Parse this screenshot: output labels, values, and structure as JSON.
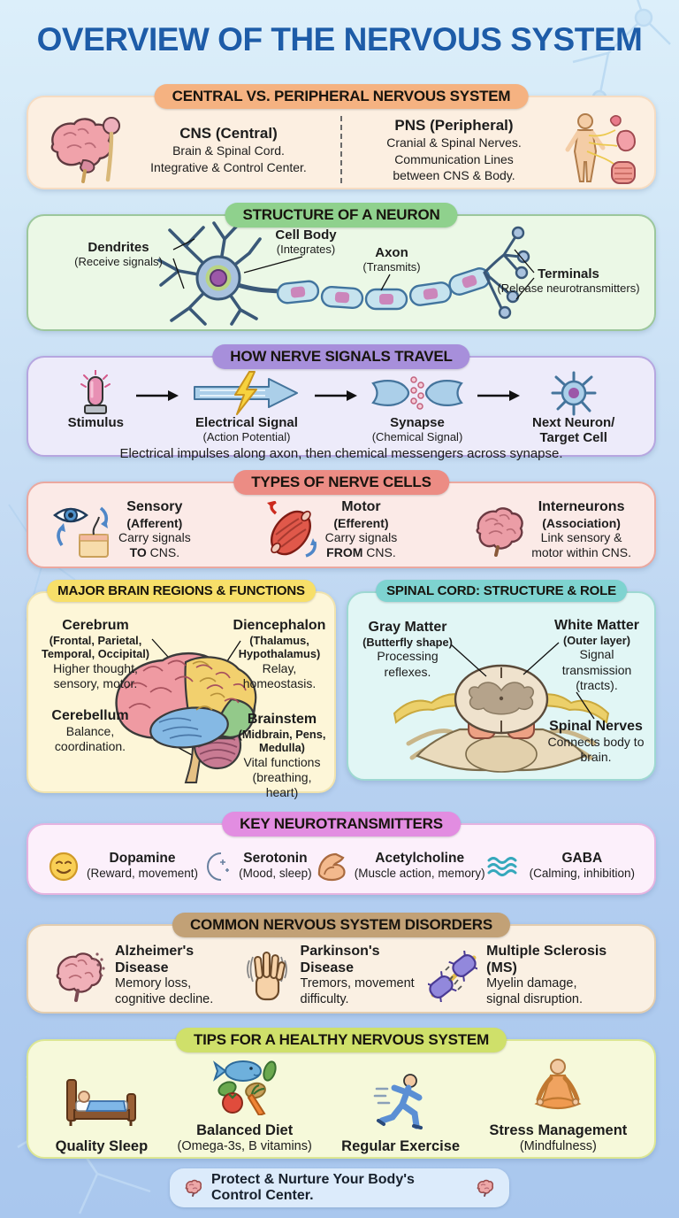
{
  "title": "OVERVIEW OF THE NERVOUS SYSTEM",
  "colors": {
    "title_text": "#1d5ca8",
    "background_top": "#dceffa",
    "background_bottom": "#a9c7ee",
    "cns_pns_pill": "#f5b281",
    "cns_pns_panel": "#fcefe1",
    "neuron_pill": "#8fd18d",
    "neuron_panel": "#ebf8e6",
    "signals_pill": "#a78fdb",
    "signals_panel": "#edebfa",
    "nerve_cells_pill": "#ec8c84",
    "nerve_cells_panel": "#fbeae7",
    "brain_pill": "#f7df69",
    "brain_panel": "#fdf6d8",
    "spinal_pill": "#7ed3d0",
    "spinal_panel": "#e1f6f5",
    "neurotransmitters_pill": "#e28de1",
    "neurotransmitters_panel": "#fcf0fb",
    "disorders_pill": "#c2a176",
    "disorders_panel": "#faf0e3",
    "tips_pill": "#cfe06a",
    "tips_panel": "#f6f9da",
    "footer_pill": "#dcebfb"
  },
  "cns_pns": {
    "title": "CENTRAL VS. PERIPHERAL NERVOUS SYSTEM",
    "cns": {
      "heading": "CNS (Central)",
      "line1": "Brain & Spinal Cord.",
      "line2": "Integrative & Control Center.",
      "icon": "brain-spinal-cord-icon"
    },
    "pns": {
      "heading": "PNS (Peripheral)",
      "line1": "Cranial & Spinal Nerves.",
      "line2": "Communication Lines",
      "line3": "between CNS & Body.",
      "icon": "body-nerves-icon"
    }
  },
  "neuron": {
    "title": "STRUCTURE OF A NEURON",
    "dendrites": {
      "name": "Dendrites",
      "desc": "(Receive signals)"
    },
    "cell_body": {
      "name": "Cell Body",
      "desc": "(Integrates)"
    },
    "axon": {
      "name": "Axon",
      "desc": "(Transmits)"
    },
    "terminals": {
      "name": "Terminals",
      "desc": "(Release neurotransmitters)"
    }
  },
  "signals": {
    "title": "HOW NERVE SIGNALS TRAVEL",
    "step1": {
      "name": "Stimulus",
      "icon": "stimulus-icon"
    },
    "step2": {
      "name": "Electrical Signal",
      "desc": "(Action Potential)",
      "icon": "electrical-signal-icon"
    },
    "step3": {
      "name": "Synapse",
      "desc": "(Chemical Signal)",
      "icon": "synapse-icon"
    },
    "step4": {
      "name_line1": "Next Neuron/",
      "name_line2": "Target Cell",
      "icon": "next-neuron-icon"
    },
    "caption": "Electrical impulses along axon, then chemical messengers across synapse."
  },
  "nerve_cells": {
    "title": "TYPES OF NERVE CELLS",
    "sensory": {
      "name": "Sensory",
      "type": "(Afferent)",
      "line1": "Carry signals",
      "bold": "TO",
      "line2": "CNS.",
      "icon": "eye-skin-icon"
    },
    "motor": {
      "name": "Motor",
      "type": "(Efferent)",
      "line1": "Carry signals",
      "bold": "FROM",
      "line2": "CNS.",
      "icon": "muscle-icon"
    },
    "interneurons": {
      "name": "Interneurons",
      "type": "(Association)",
      "line1": "Link sensory &",
      "line2": "motor within CNS.",
      "icon": "brain-icon"
    }
  },
  "brain_regions": {
    "title": "MAJOR BRAIN REGIONS & FUNCTIONS",
    "cerebrum": {
      "name": "Cerebrum",
      "sub": "(Frontal, Parietal, Temporal, Occipital)",
      "desc": "Higher thought, sensory, motor."
    },
    "diencephalon": {
      "name": "Diencephalon",
      "sub": "(Thalamus, Hypothalamus)",
      "desc": "Relay, homeostasis."
    },
    "cerebellum": {
      "name": "Cerebellum",
      "desc": "Balance, coordination."
    },
    "brainstem": {
      "name": "Brainstem",
      "sub": "(Midbrain, Pens, Medulla)",
      "desc": "Vital functions (breathing, heart)"
    }
  },
  "spinal_cord": {
    "title": "SPINAL CORD: STRUCTURE & ROLE",
    "gray_matter": {
      "name": "Gray Matter",
      "sub": "(Butterfly shape)",
      "desc": "Processing reflexes."
    },
    "white_matter": {
      "name": "White Matter",
      "sub": "(Outer layer)",
      "desc": "Signal transmission (tracts)."
    },
    "spinal_nerves": {
      "name": "Spinal Nerves",
      "desc": "Connects body to brain."
    }
  },
  "neurotransmitters": {
    "title": "KEY NEUROTRANSMITTERS",
    "items": [
      {
        "name": "Dopamine",
        "desc": "(Reward, movement)",
        "icon": "smiley-icon"
      },
      {
        "name": "Serotonin",
        "desc": "(Mood, sleep)",
        "icon": "moon-icon"
      },
      {
        "name": "Acetylcholine",
        "desc": "(Muscle action, memory)",
        "icon": "bicep-icon"
      },
      {
        "name": "GABA",
        "desc": "(Calming, inhibition)",
        "icon": "waves-icon"
      }
    ]
  },
  "disorders": {
    "title": "COMMON NERVOUS SYSTEM DISORDERS",
    "items": [
      {
        "name": "Alzheimer's Disease",
        "line1": "Memory loss,",
        "line2": "cognitive decline.",
        "icon": "alzheimers-brain-icon"
      },
      {
        "name": "Parkinson's Disease",
        "line1": "Tremors, movement",
        "line2": "difficulty.",
        "icon": "tremor-hand-icon"
      },
      {
        "name": "Multiple Sclerosis (MS)",
        "line1": "Myelin damage,",
        "line2": "signal disruption.",
        "icon": "myelin-damage-icon"
      }
    ]
  },
  "tips": {
    "title": "TIPS FOR A HEALTHY NERVOUS SYSTEM",
    "items": [
      {
        "name": "Quality Sleep",
        "desc": "",
        "icon": "bed-icon"
      },
      {
        "name": "Balanced Diet",
        "desc": "(Omega-3s, B vitamins)",
        "icon": "healthy-food-icon"
      },
      {
        "name": "Regular Exercise",
        "desc": "",
        "icon": "runner-icon"
      },
      {
        "name": "Stress Management",
        "desc": "(Mindfulness)",
        "icon": "meditation-icon"
      }
    ]
  },
  "footer": {
    "text": "Protect & Nurture Your Body's Control Center.",
    "icon": "brain-emoji-icon"
  }
}
